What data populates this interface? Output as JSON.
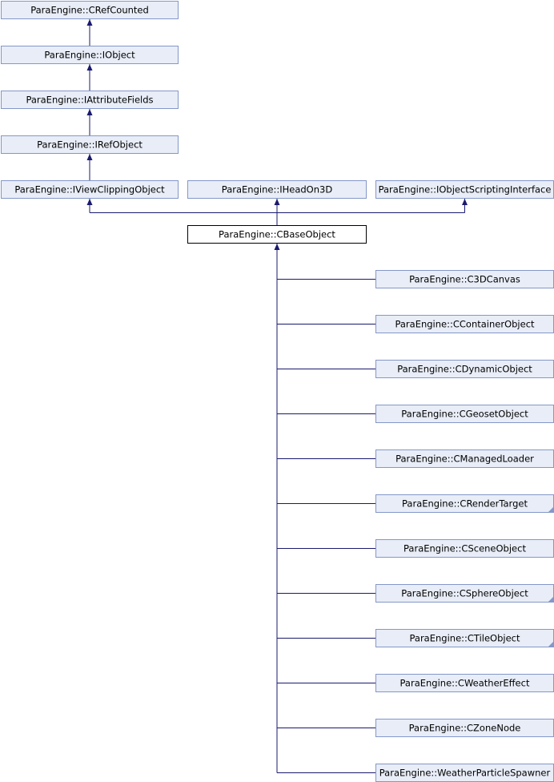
{
  "diagram": {
    "nodes": [
      {
        "id": "crefcounted",
        "label": "ParaEngine::CRefCounted"
      },
      {
        "id": "iobject",
        "label": "ParaEngine::IObject"
      },
      {
        "id": "iattributefields",
        "label": "ParaEngine::IAttributeFields"
      },
      {
        "id": "irefobject",
        "label": "ParaEngine::IRefObject"
      },
      {
        "id": "iviewclippingobject",
        "label": "ParaEngine::IViewClippingObject"
      },
      {
        "id": "iheadon3d",
        "label": "ParaEngine::IHeadOn3D"
      },
      {
        "id": "iobjectscriptinginterface",
        "label": "ParaEngine::IObjectScriptingInterface"
      },
      {
        "id": "cbaseobject",
        "label": "ParaEngine::CBaseObject",
        "current": true
      },
      {
        "id": "c3dcanvas",
        "label": "ParaEngine::C3DCanvas"
      },
      {
        "id": "ccontainerobject",
        "label": "ParaEngine::CContainerObject"
      },
      {
        "id": "cdynamicobject",
        "label": "ParaEngine::CDynamicObject"
      },
      {
        "id": "cgeosetobject",
        "label": "ParaEngine::CGeosetObject"
      },
      {
        "id": "cmanagedloader",
        "label": "ParaEngine::CManagedLoader"
      },
      {
        "id": "crendertarget",
        "label": "ParaEngine::CRenderTarget",
        "folded": true
      },
      {
        "id": "csceneobject",
        "label": "ParaEngine::CSceneObject"
      },
      {
        "id": "csphereobject",
        "label": "ParaEngine::CSphereObject",
        "folded": true
      },
      {
        "id": "ctileobject",
        "label": "ParaEngine::CTileObject",
        "folded": true
      },
      {
        "id": "cweathereffect",
        "label": "ParaEngine::CWeatherEffect"
      },
      {
        "id": "czonenode",
        "label": "ParaEngine::CZoneNode"
      },
      {
        "id": "weatherparticlespawner",
        "label": "ParaEngine::WeatherParticleSpawner"
      }
    ]
  }
}
